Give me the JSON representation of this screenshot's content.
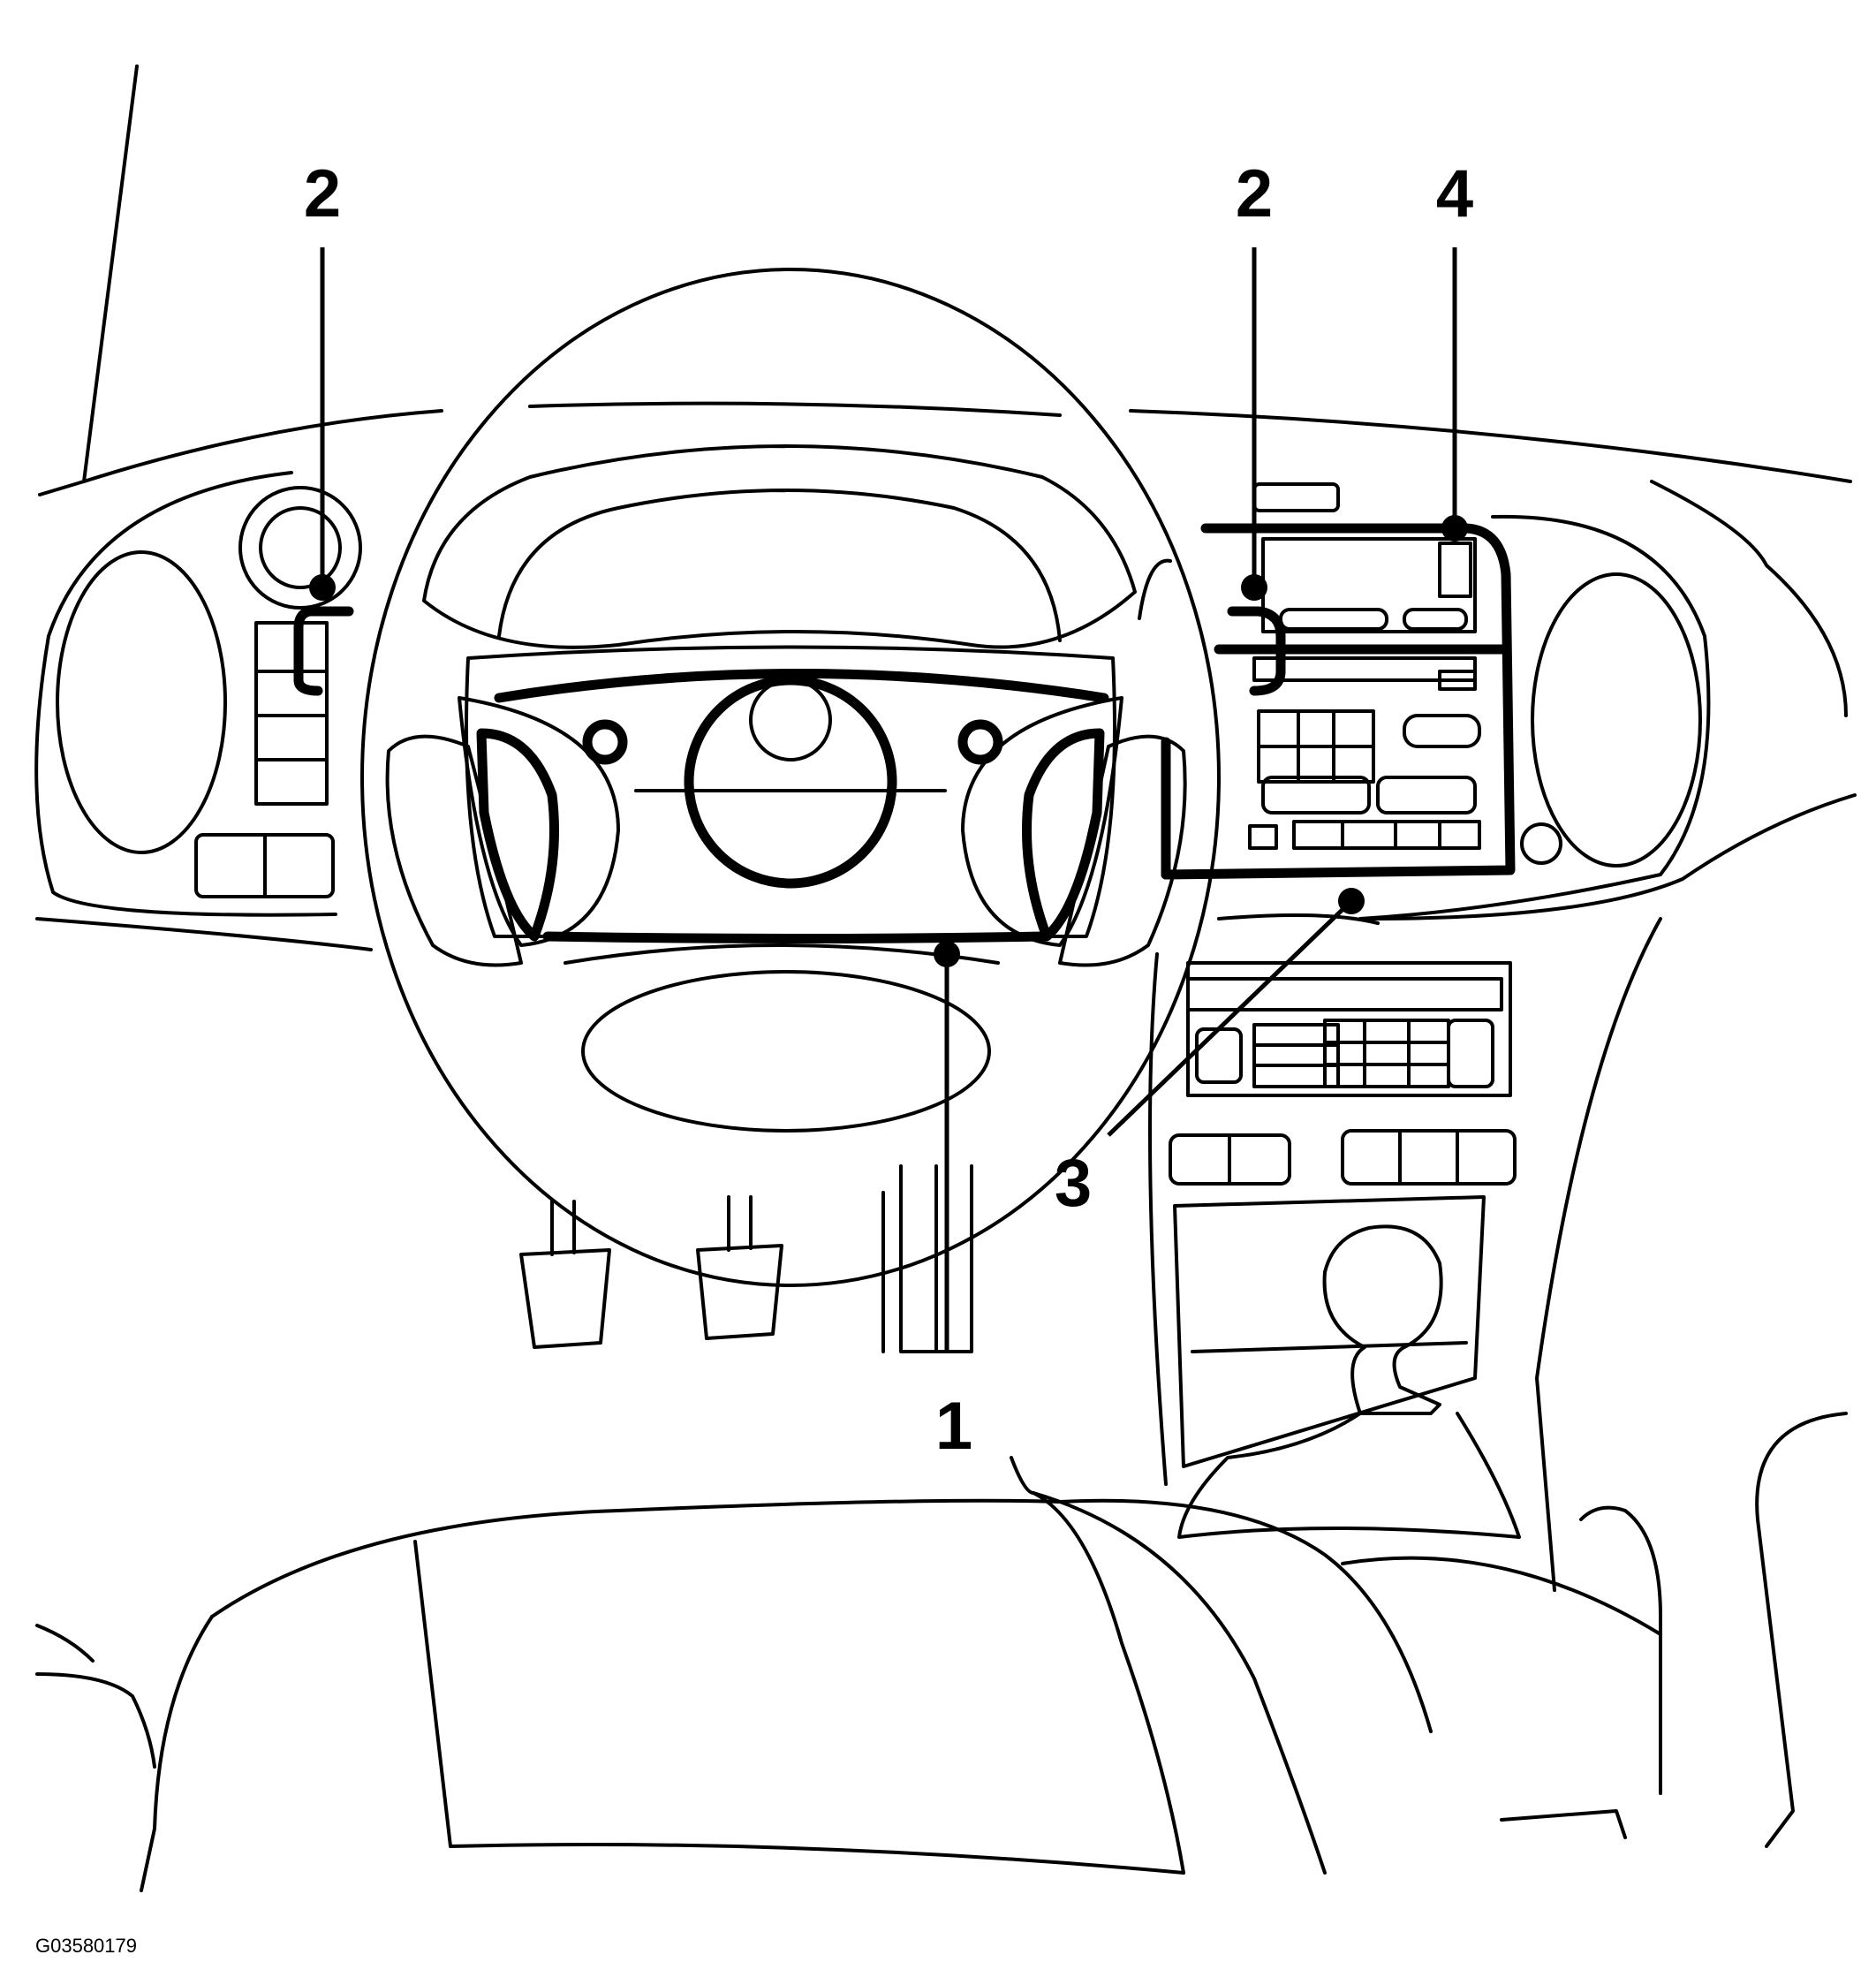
{
  "callouts": [
    {
      "label": "2"
    },
    {
      "label": "2"
    },
    {
      "label": "4"
    },
    {
      "label": "3"
    },
    {
      "label": "1"
    }
  ],
  "figure_code": "G03580179"
}
